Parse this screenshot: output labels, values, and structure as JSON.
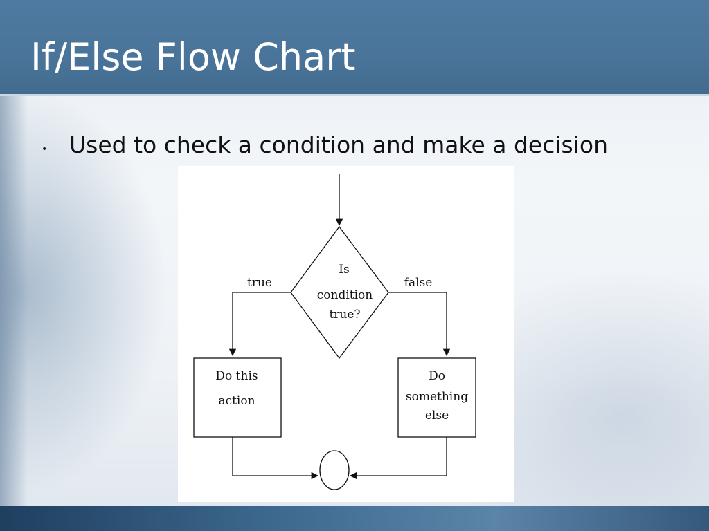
{
  "slide": {
    "title": "If/Else Flow Chart",
    "bullet": "Used to check a condition and make a decision"
  },
  "flowchart": {
    "decision": [
      "Is",
      "condition",
      "true?"
    ],
    "true_label": "true",
    "false_label": "false",
    "true_action": [
      "Do this",
      "action"
    ],
    "false_action": [
      "Do",
      "something",
      "else"
    ]
  }
}
